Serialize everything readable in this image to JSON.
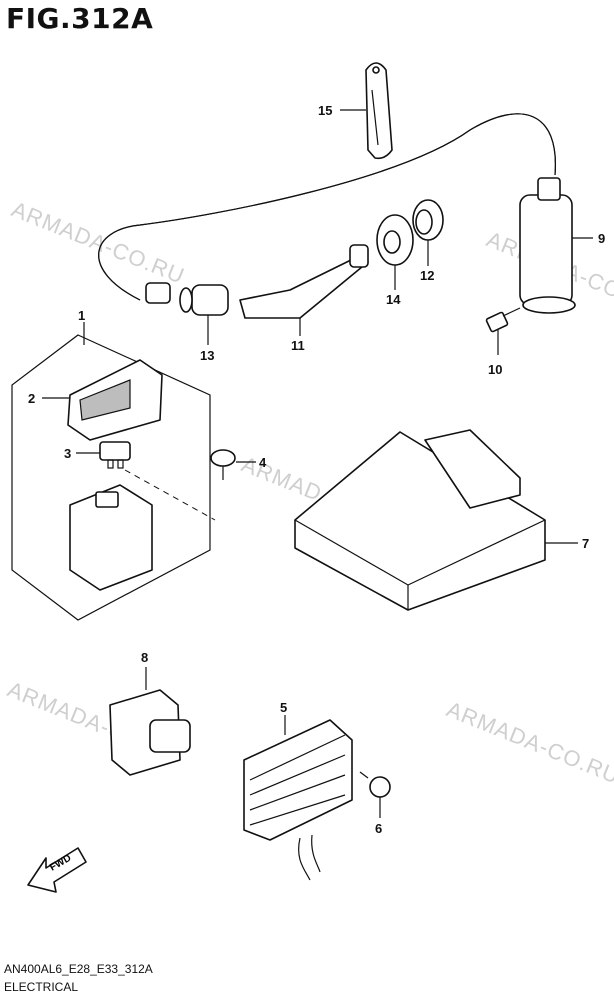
{
  "figure": {
    "title": "FIG.312A"
  },
  "footer": {
    "code": "AN400AL6_E28_E33_312A",
    "name": "ELECTRICAL"
  },
  "watermark": "ARMADA-CO.RU",
  "fwd_label": "FWD",
  "callouts": [
    "1",
    "2",
    "3",
    "4",
    "5",
    "6",
    "7",
    "8",
    "9",
    "10",
    "11",
    "12",
    "13",
    "14",
    "15"
  ],
  "colors": {
    "ink": "#111111",
    "watermark": "#cfcfcf",
    "shade": "#bdbdbd"
  }
}
